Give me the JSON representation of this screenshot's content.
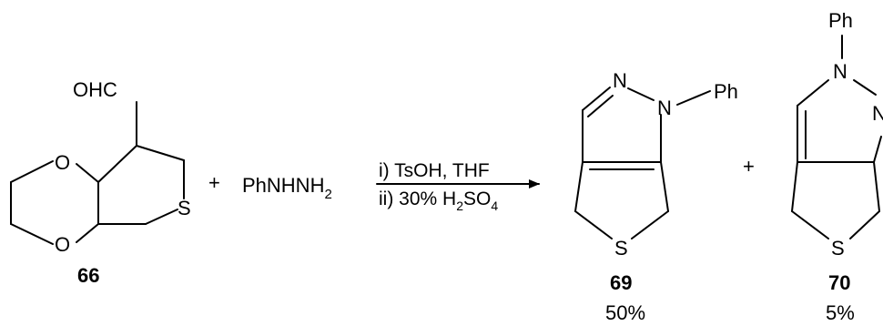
{
  "reactant": {
    "aldehyde_group": "OHC",
    "ring_atom_o_top": "O",
    "ring_atom_o_bottom": "O",
    "ring_atom_s": "S",
    "compound_label": "66"
  },
  "plus_1": "+",
  "reagent": {
    "formula_main": "PhNHNH",
    "formula_sub": "2"
  },
  "conditions": {
    "step1": "i) TsOH, THF",
    "step2_prefix": "ii) 30% H",
    "step2_sub1": "2",
    "step2_mid": "SO",
    "step2_sub2": "4"
  },
  "product_69": {
    "atom_n_top": "N",
    "atom_n_right": "N",
    "substituent": "Ph",
    "atom_s": "S",
    "compound_label": "69",
    "yield": "50%"
  },
  "plus_2": "+",
  "product_70": {
    "substituent": "Ph",
    "atom_n_top": "N",
    "atom_n_right": "N",
    "atom_s": "S",
    "compound_label": "70",
    "yield": "5%"
  }
}
